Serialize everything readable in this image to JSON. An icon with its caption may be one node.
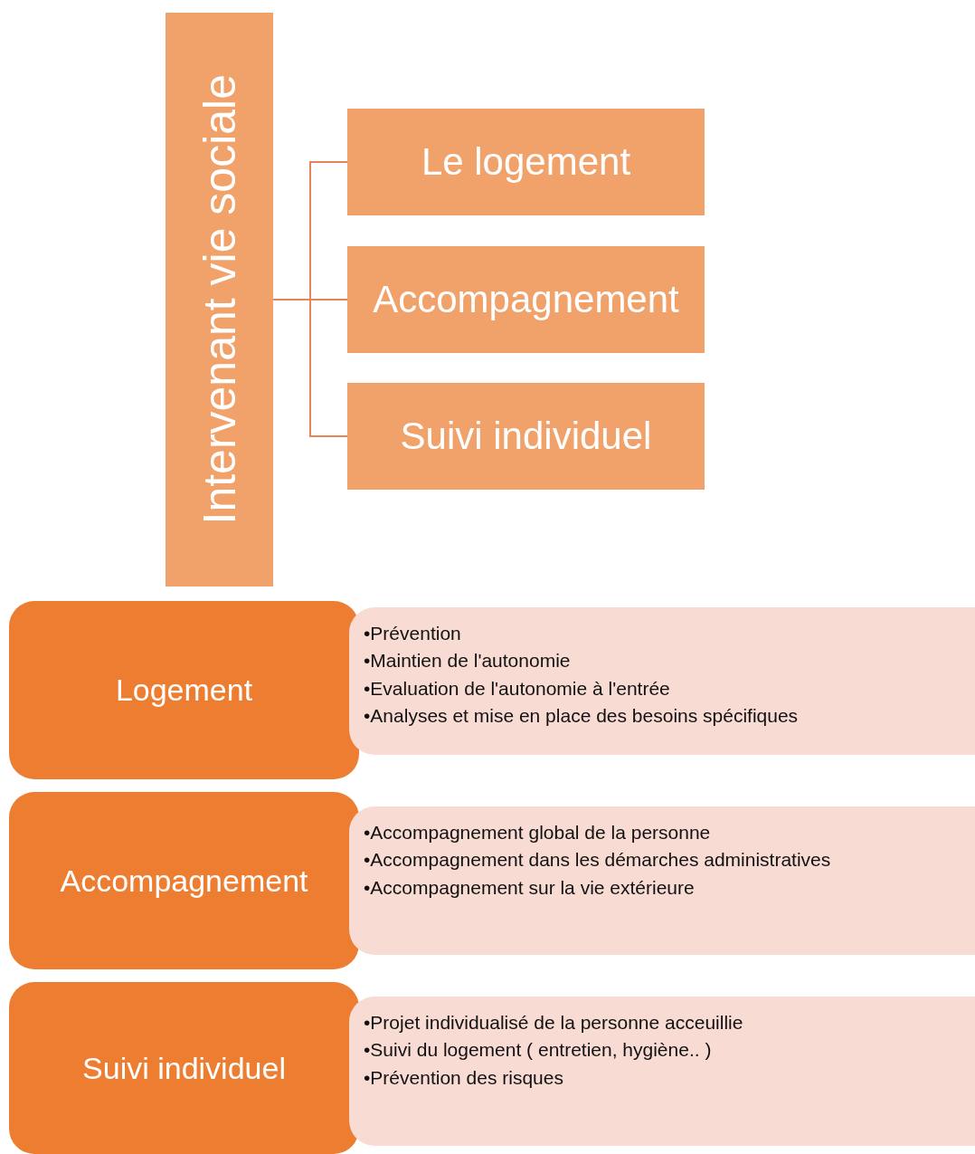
{
  "diagram": {
    "nodes": [
      {
        "text": [
          "Intervenant vie sociale"
        ]
      },
      {
        "text": [
          "Le logement"
        ]
      },
      {
        "text": [
          "Accompagnement"
        ]
      },
      {
        "text": [
          "Suivi individuel"
        ]
      },
      {
        "text": [
          "Logement"
        ]
      },
      {
        "text": [
          "•Prévention",
          "•Maintien de l'autonomie",
          "•Evaluation de l'autonomie à l'entrée",
          "•Analyses et mise en place des besoins spécifiques"
        ]
      },
      {
        "text": [
          "Accompagnement"
        ]
      },
      {
        "text": [
          "•Accompagnement global de la personne",
          "•Accompagnement dans les démarches administratives",
          "•Accompagnement sur la vie extérieure"
        ]
      },
      {
        "text": [
          "Suivi individuel"
        ]
      },
      {
        "text": [
          "•Projet individualisé de la personne acceuillie",
          "•Suivi du logement ( entretien, hygiène.. )",
          "•Prévention des risques"
        ]
      }
    ],
    "edges": [
      {
        "from": 0,
        "to": 1,
        "arrow": "none"
      },
      {
        "from": 0,
        "to": 2,
        "arrow": "none"
      },
      {
        "from": 0,
        "to": 3,
        "arrow": "none"
      }
    ]
  }
}
